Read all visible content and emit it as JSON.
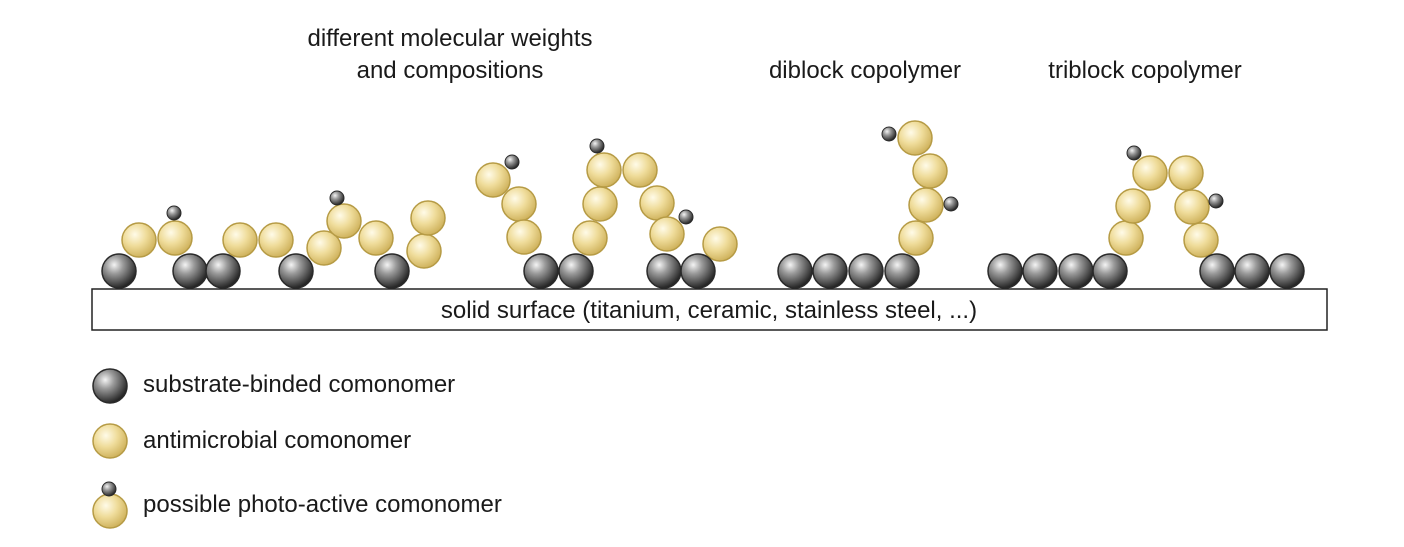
{
  "labels": {
    "molecular_weights_line1": "different molecular weights",
    "molecular_weights_line2": "and compositions",
    "diblock": "diblock copolymer",
    "triblock": "triblock copolymer"
  },
  "surface": {
    "label": "solid surface (titanium, ceramic, stainless steel, ...)"
  },
  "legend": [
    {
      "kind": "substrate",
      "label": "substrate-binded comonomer"
    },
    {
      "kind": "antimicrobial",
      "label": "antimicrobial comonomer"
    },
    {
      "kind": "photo",
      "label": "possible photo-active comonomer"
    }
  ],
  "colors": {
    "substrate_sphere": "#2a2a2a",
    "antimicrobial_sphere": "#d8c27a",
    "antimicrobial_outline": "#b69b45",
    "surface_border": "#222222",
    "text": "#1a1a1a"
  }
}
